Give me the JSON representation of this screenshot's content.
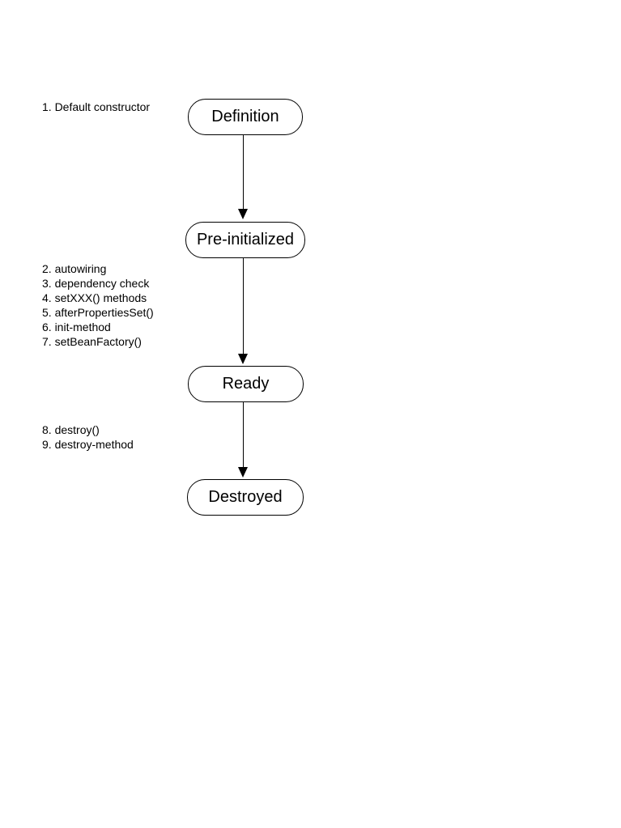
{
  "nodes": [
    {
      "id": "definition",
      "label": "Definition"
    },
    {
      "id": "pre-initialized",
      "label": "Pre-initialized"
    },
    {
      "id": "ready",
      "label": "Ready"
    },
    {
      "id": "destroyed",
      "label": "Destroyed"
    }
  ],
  "annotations": {
    "construct": "1. Default constructor",
    "init_steps": [
      "2. autowiring",
      "3. dependency check",
      "4. setXXX() methods",
      "5. afterPropertiesSet()",
      "6. init-method",
      "7. setBeanFactory()"
    ],
    "destroy_steps": [
      "8. destroy()",
      "9. destroy-method"
    ]
  },
  "colors": {
    "background": "#ffffff",
    "stroke": "#000000",
    "text": "#000000"
  }
}
